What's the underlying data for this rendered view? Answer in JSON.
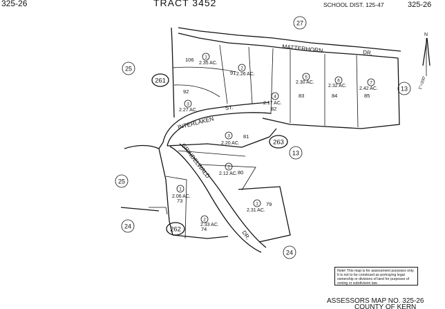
{
  "header": {
    "left_code": "325-26",
    "title": "TRACT 3452",
    "school_dist": "SCHOOL DIST. 125-47",
    "right_code": "325-26"
  },
  "streets": {
    "matterhorn": "MATTERHORN",
    "matterhorn_suffix": "DR.",
    "interlaken": "INTERLAKEN",
    "interlaken_suffix": "ST.",
    "grindelwald": "GRINDELWALD",
    "grindelwald_suffix": "DR."
  },
  "circled": {
    "c27": "27",
    "c25a": "25",
    "c25b": "25",
    "c261": "261",
    "c263": "263",
    "c13a": "13",
    "c13b": "13",
    "c24a": "24",
    "c24b": "24",
    "c262": "262"
  },
  "lots": [
    {
      "num": "1",
      "lot": "106",
      "acres": "2.35 AC."
    },
    {
      "num": "2",
      "lot": "91",
      "acres": "2.26 AC."
    },
    {
      "num": "3",
      "lot": "92",
      "acres": "2.27 AC."
    },
    {
      "num": "4",
      "lot": "82",
      "acres": "2.17 AC."
    },
    {
      "num": "5",
      "lot": "83",
      "acres": "2.30 AC."
    },
    {
      "num": "6",
      "lot": "84",
      "acres": "2.32 AC."
    },
    {
      "num": "7",
      "lot": "85",
      "acres": "2.42 AC."
    },
    {
      "num": "3",
      "lot": "81",
      "acres": "2.20 AC."
    },
    {
      "num": "2",
      "lot": "80",
      "acres": "2.12 AC."
    },
    {
      "num": "1",
      "lot": "79",
      "acres": "2.31 AC."
    },
    {
      "num": "1",
      "lot": "73",
      "acres": "2.06 AC."
    },
    {
      "num": "2",
      "lot": "74",
      "acres": "2.33 AC."
    }
  ],
  "north": "N",
  "scale_note": "1\"=200'",
  "note_text": "Note! This map is for assessment purposes only. It is not to be construed as portraying legal ownership or divisions of land for purposes of zoning or subdivision law.",
  "footer": {
    "map_no": "ASSESSORS MAP NO. 325-26",
    "county": "COUNTY OF KERN"
  }
}
